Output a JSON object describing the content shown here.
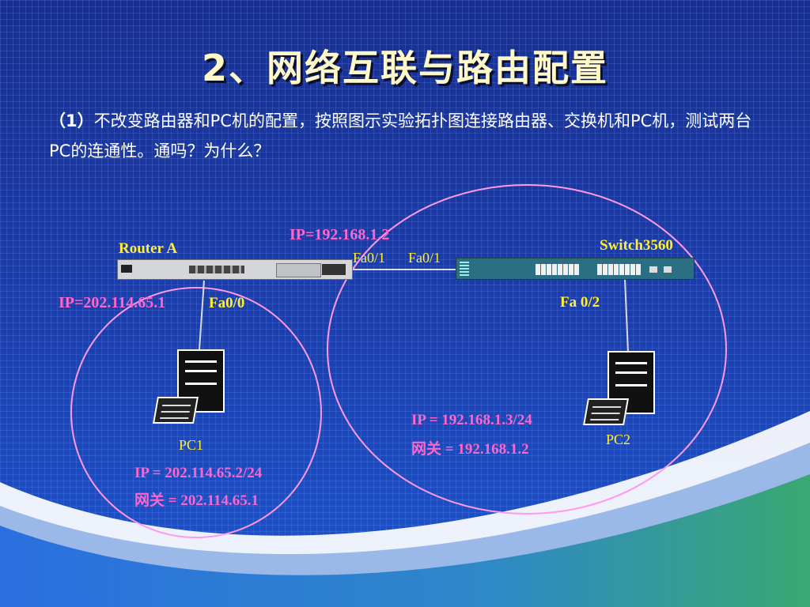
{
  "slide": {
    "title": "2、网络互联与路由配置",
    "intro_num": "（1）",
    "intro_text": "不改变路由器和PC机的配置，按照图示实验拓扑图连接路由器、交换机和PC机，测试两台PC的连通性。通吗？为什么？"
  },
  "devices": {
    "router_label": "Router A",
    "switch_label": "Switch3560",
    "pc1_label": "PC1",
    "pc2_label": "PC2"
  },
  "labels": {
    "router_fa01_ip": "IP=192.168.1.2",
    "router_fa01": "Fa0/1",
    "switch_fa01": "Fa0/1",
    "router_fa00_ip": "IP=202.114.65.1",
    "router_fa00": "Fa0/0",
    "switch_fa02": "Fa 0/2",
    "pc1_ip": "IP = 202.114.65.2/24",
    "pc1_gateway": "网关 = 202.114.65.1",
    "pc2_ip": "IP = 192.168.1.3/24",
    "pc2_gateway": "网关 = 192.168.1.2"
  },
  "colors": {
    "background": "#1c3fae",
    "pink_label": "#ff66cc",
    "yellow_label": "#ffee33",
    "title_color": "#fff8c8",
    "circle_stroke": "#ff99ee"
  }
}
